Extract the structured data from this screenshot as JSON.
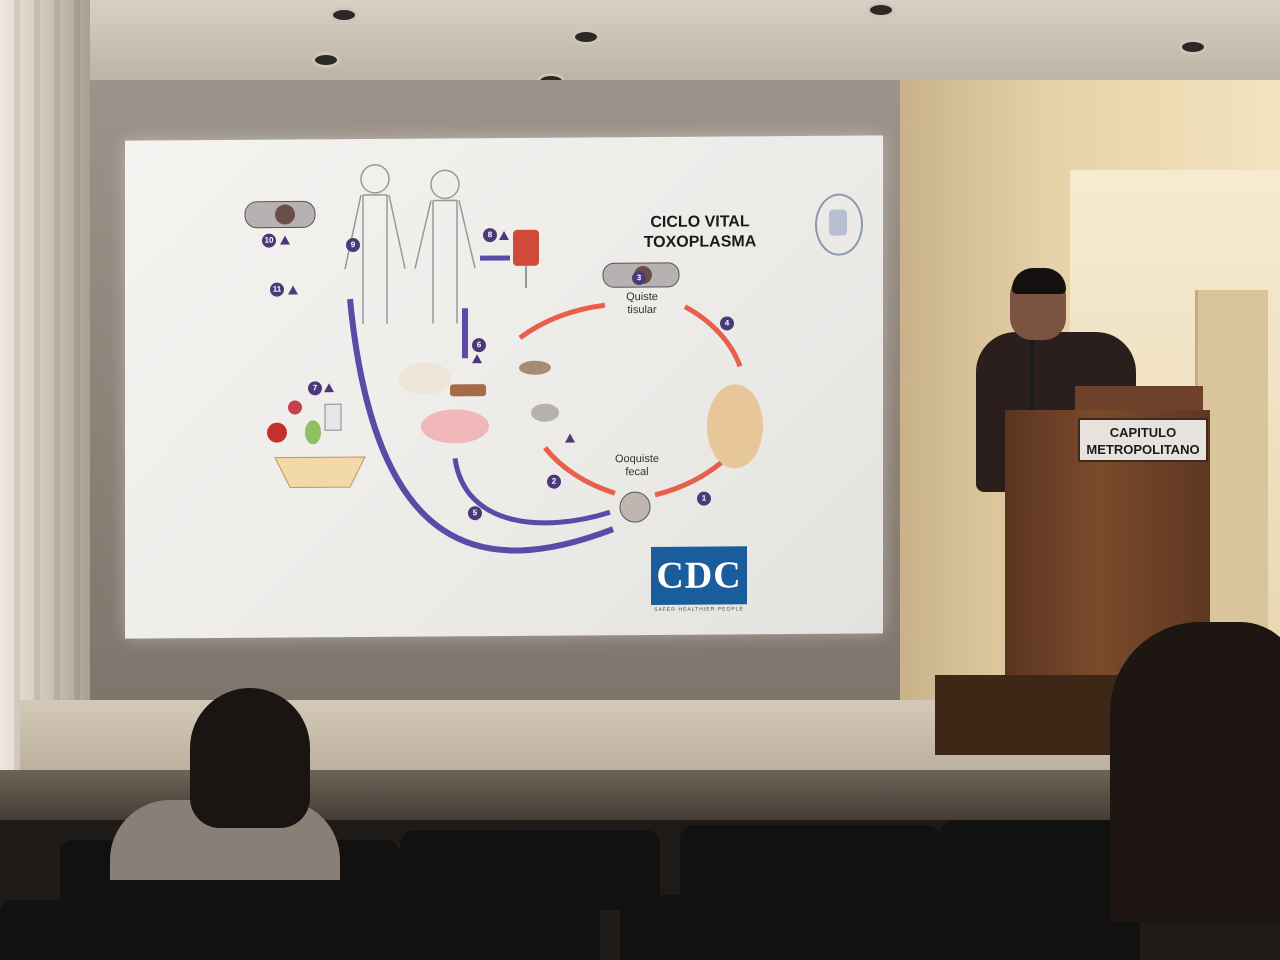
{
  "slide": {
    "title_line1": "CICLO VITAL",
    "title_line2": "TOXOPLASMA",
    "label_tissue_cyst_1": "Quiste",
    "label_tissue_cyst_2": "tisular",
    "label_oocyst_1": "Ooquiste",
    "label_oocyst_2": "fecal",
    "cdc_logo": "CDC",
    "cdc_tagline": "SAFER·HEALTHIER·PEOPLE",
    "steps": [
      "1",
      "2",
      "3",
      "4",
      "5",
      "6",
      "7",
      "8",
      "9",
      "10",
      "11"
    ]
  },
  "podium": {
    "line1": "CAPITULO",
    "line2": "METROPOLITANO"
  },
  "colors": {
    "arrow_red": "#e8604a",
    "arrow_purple": "#5b4aa6",
    "badge": "#4b3a7a",
    "cdc_blue": "#1a5d9c",
    "podium_wood": "#7b4a2c"
  }
}
